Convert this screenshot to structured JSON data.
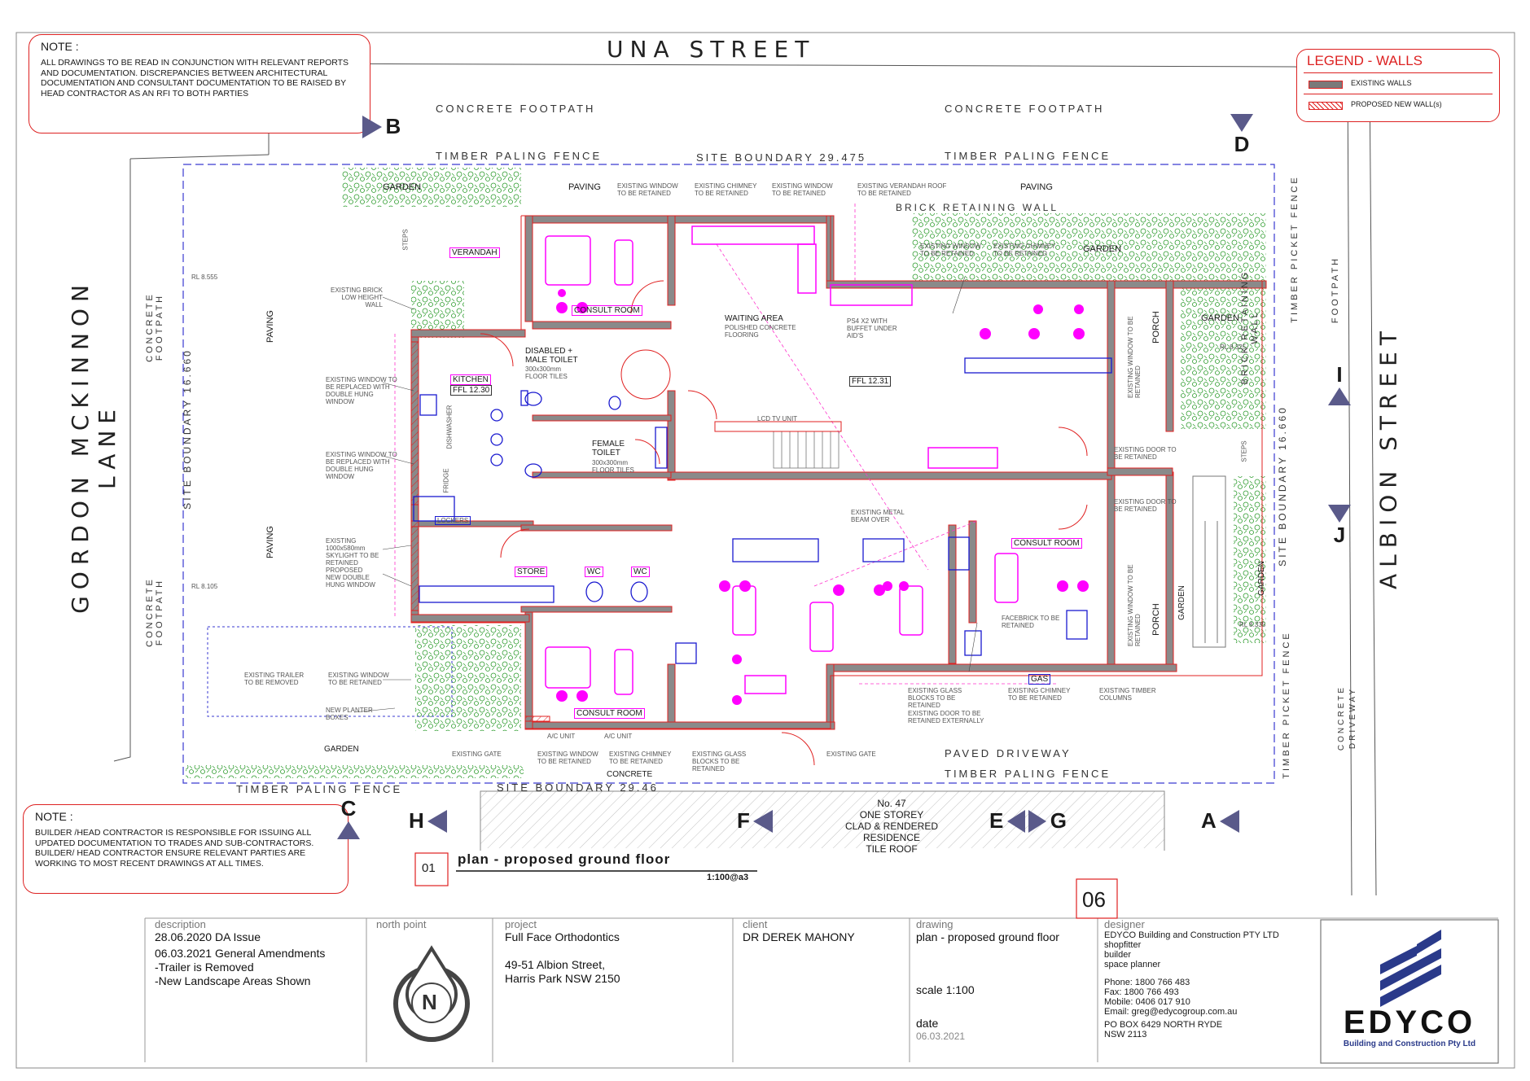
{
  "streets": {
    "top": "UNA STREET",
    "left": "GORDON MCKINNON LANE",
    "right": "ALBION STREET"
  },
  "notes": {
    "top": {
      "title": "NOTE :",
      "text": "ALL DRAWINGS TO BE READ IN CONJUNCTION WITH RELEVANT REPORTS AND DOCUMENTATION. DISCREPANCIES BETWEEN ARCHITECTURAL DOCUMENTATION AND CONSULTANT DOCUMENTATION TO BE RAISED BY HEAD CONTRACTOR AS AN RFI TO BOTH PARTIES"
    },
    "bottom": {
      "title": "NOTE :",
      "text": "BUILDER /HEAD CONTRACTOR IS RESPONSIBLE FOR ISSUING ALL UPDATED DOCUMENTATION TO TRADES AND SUB-CONTRACTORS. BUILDER/ HEAD CONTRACTOR ENSURE RELEVANT PARTIES ARE WORKING TO MOST RECENT DRAWINGS AT ALL TIMES."
    }
  },
  "legend": {
    "title": "LEGEND - WALLS",
    "existing": "EXISTING WALLS",
    "proposed": "PROPOSED NEW WALL(s)"
  },
  "site": {
    "footpath_top_left": "CONCRETE FOOTPATH",
    "footpath_top_right": "CONCRETE FOOTPATH",
    "fence_top_left": "TIMBER PALING FENCE",
    "fence_top_right": "TIMBER PALING FENCE",
    "boundary_top": "SITE BOUNDARY 29.475",
    "boundary_bottom": "SITE BOUNDARY 29.46",
    "fence_bottom_left": "TIMBER PALING FENCE",
    "fence_bottom_right": "TIMBER PALING FENCE",
    "boundary_left": "SITE BOUNDARY 16.660",
    "boundary_right": "SITE BOUNDARY 16.660",
    "footpath_left": "CONCRETE FOOTPATH",
    "footpath_right": "FOOTPATH",
    "picket_upper": "TIMBER PICKET FENCE",
    "picket_lower": "TIMBER PICKET FENCE",
    "brick_wall": "BRICK RETAINING WALL",
    "brick_wall_v": "BRICK RETAINING WALL",
    "paved_driveway": "PAVED DRIVEWAY",
    "concrete_driveway": "CONCRETE DRIVEWAY",
    "concrete": "CONCRETE",
    "paving": "PAVING",
    "garden": "GARDEN",
    "porch": "PORCH",
    "steps": "STEPS",
    "rl_8555": "RL 8.555",
    "rl_8105": "RL 8.105",
    "rl_8325": "RL 8.325",
    "rl_8335": "RL 8.335",
    "neighbour": "No. 47\nONE STOREY\nCLAD & RENDERED\nRESIDENCE\nTILE ROOF"
  },
  "rooms": {
    "verandah": "VERANDAH",
    "consult1": "CONSULT ROOM",
    "consult2": "CONSULT ROOM",
    "consult3": "CONSULT ROOM",
    "waiting": "WAITING AREA",
    "waiting_sub": "POLISHED CONCRETE FLOORING",
    "disabled": "DISABLED + MALE TOILET",
    "disabled_sub": "300x300mm FLOOR TILES",
    "female": "FEMALE TOILET",
    "female_sub": "300x300mm FLOOR TILES",
    "kitchen": "KITCHEN",
    "ffl1": "FFL 12.30",
    "ffl2": "FFL 12.31",
    "store": "STORE",
    "wc1": "WC",
    "wc2": "WC",
    "lockers": "LOCKERS",
    "lcd": "LCD TV UNIT",
    "gas": "GAS",
    "dishwasher": "DISHWASHER",
    "fridge": "FRIDGE",
    "ac1": "A/C UNIT",
    "ac2": "A/C UNIT",
    "ps": "PS4 X2 WITH BUFFET UNDER AID'S"
  },
  "annotations": [
    "EXISTING WINDOW TO BE RETAINED",
    "EXISTING CHIMNEY TO BE RETAINED",
    "EXISTING WINDOW TO BE RETAINED",
    "EXISTING VERANDAH ROOF TO BE RETAINED",
    "EXISTING BRICK LOW HEIGHT WALL",
    "EXISTING WINDOW TO BE REPLACED WITH DOUBLE HUNG WINDOW",
    "EXISTING WINDOW TO BE REPLACED WITH DOUBLE HUNG WINDOW",
    "EXISTING 1000x580mm SKYLIGHT TO BE RETAINED",
    "PROPOSED NEW DOUBLE HUNG WINDOW",
    "EXISTING TRAILER TO BE REMOVED",
    "EXISTING WINDOW TO BE RETAINED",
    "NEW PLANTER BOXES",
    "EXISTING GATE",
    "EXISTING WINDOW TO BE RETAINED",
    "EXISTING CHIMNEY TO BE RETAINED",
    "EXISTING GLASS BLOCKS TO BE RETAINED",
    "EXISTING GATE",
    "EXISTING DOOR TO BE RETAINED EXTERNALLY",
    "EXISTING WINDOW TO BE RETAINED",
    "EXISTING CHIMNEY TO BE RETAINED",
    "EXISTING DOOR TO BE RETAINED",
    "EXISTING DOOR TO BE RETAINED",
    "EXISTING WINDOW TO BE RETAINED",
    "EXISTING WINDOW TO BE RETAINED",
    "EXISTING METAL BEAM OVER",
    "FACEBRICK TO BE RETAINED",
    "EXISTING GLASS BLOCKS TO BE RETAINED",
    "EXISTING CHIMNEY TO BE RETAINED",
    "EXISTING TIMBER COLUMNS"
  ],
  "markers": {
    "a": "A",
    "b": "B",
    "c": "C",
    "d": "D",
    "e": "E",
    "f": "F",
    "g": "G",
    "h": "H",
    "i": "I",
    "j": "J"
  },
  "drawing_title": {
    "number": "01",
    "title": "plan - proposed ground floor",
    "scale": "1:100@a3"
  },
  "sheet_number": "06",
  "title_block": {
    "description_head": "description",
    "description_lines": [
      "28.06.2020 DA Issue",
      "06.03.2021 General Amendments",
      "-Trailer is Removed",
      "-New Landscape Areas Shown"
    ],
    "north_head": "north point",
    "north_letter": "N",
    "project_head": "project",
    "project_name": "Full Face Orthodontics",
    "project_addr1": "49-51 Albion Street,",
    "project_addr2": "Harris Park NSW 2150",
    "client_head": "client",
    "client_name": "DR DEREK MAHONY",
    "drawing_head": "drawing",
    "drawing_name": "plan - proposed ground floor",
    "scale": "scale 1:100",
    "date_head": "date",
    "date": "06.03.2021",
    "designer_head": "designer",
    "designer_name": "EDYCO Building and Construction PTY LTD",
    "designer_roles": [
      "shopfitter",
      "builder",
      "space planner"
    ],
    "contact": [
      "Phone: 1800 766 483",
      "Fax: 1800 766 493",
      "Mobile: 0406 017 910",
      "Email: greg@edycogroup.com.au"
    ],
    "po": [
      "PO BOX 6429 NORTH RYDE",
      "NSW 2113"
    ],
    "logo_text": "EDYCO",
    "logo_sub": "Building and Construction Pty Ltd"
  },
  "colors": {
    "wall": "#7a7a7a",
    "proposed": "#e02020",
    "furniture": "#ff00ff",
    "fixture": "#1a1ad0",
    "garden": "#2a9a2a",
    "boundary": "#3a3ad0",
    "marker": "#5a5a8a"
  }
}
